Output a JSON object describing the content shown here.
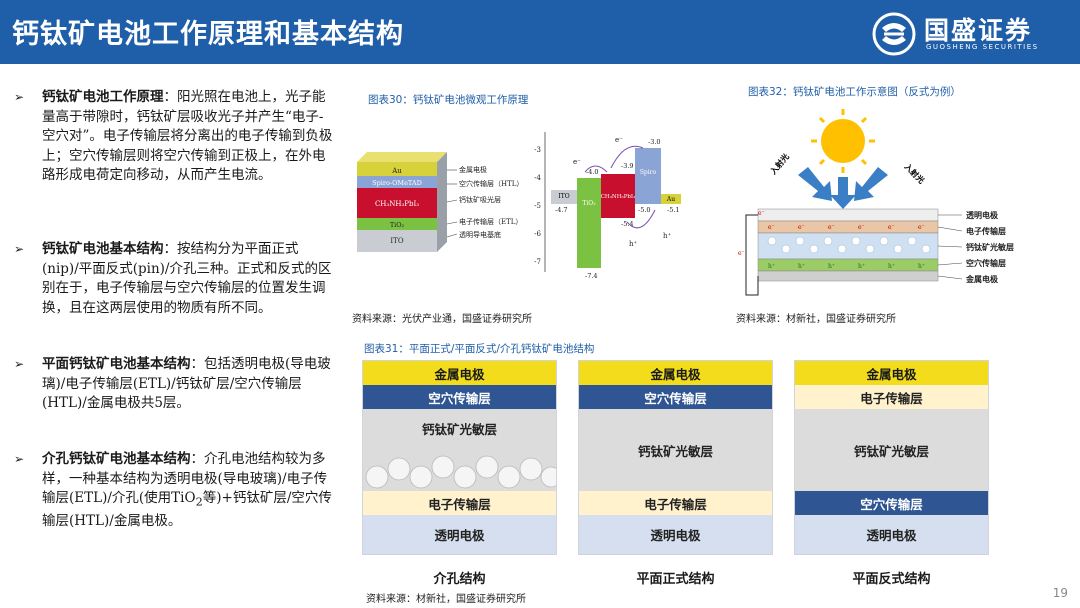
{
  "header": {
    "title": "钙钛矿电池工作原理和基本结构",
    "logo_name": "国盛证券",
    "logo_sub": "GUOSHENG SECURITIES"
  },
  "bullets": [
    {
      "bold": "钙钛矿电池工作原理",
      "text": "：阳光照在电池上，光子能量高于带隙时，钙钛矿层吸收光子并产生“电子-空穴对”。电子传输层将分离出的电子传输到负极上；空穴传输层则将空穴传输到正极上，在外电路形成电荷定向移动，从而产生电流。"
    },
    {
      "bold": "钙钛矿电池基本结构",
      "text": "：按结构分为平面正式(nip)/平面反式(pin)/介孔三种。正式和反式的区别在于，电子传输层与空穴传输层的位置发生调换，且在这两层使用的物质有所不同。"
    },
    {
      "bold": "平面钙钛矿电池基本结构",
      "text": "：包括透明电极(导电玻璃)/电子传输层(ETL)/钙钛矿层/空穴传输层(HTL)/金属电极共5层。"
    },
    {
      "bold": "介孔钙钛矿电池基本结构",
      "text": "：介孔电池结构较为多样，一种基本结构为透明电极(导电玻璃)/电子传输层(ETL)/介孔(使用TiO",
      "sub": "2",
      "tail": "等)+钙钛矿层/空穴传输层(HTL)/金属电极。"
    }
  ],
  "fig30": {
    "caption": "图表30：钙钛矿电池微观工作原理",
    "stack_layers": [
      "Au",
      "Spiro-OMeTAD",
      "CH₃NH₃PbI₃",
      "TiO₂",
      "ITO"
    ],
    "stack_labels": [
      "金属电极",
      "空穴传输层（HTL）",
      "钙钛矿吸光层",
      "电子传输层（ETL）",
      "透明导电基底"
    ],
    "axis_ticks": [
      "-3",
      "-4",
      "-5",
      "-6",
      "-7"
    ],
    "band_labels": [
      "ITO",
      "TiO₂",
      "CH₃NH₃PbI₃",
      "Spiro",
      "Au"
    ],
    "energy_values": [
      "-4.0",
      "-3.9",
      "-3.0",
      "-4.7",
      "-5.4",
      "-5.0",
      "-5.1",
      "-7.4"
    ],
    "carriers": {
      "electron": "e⁻",
      "hole": "h⁺"
    },
    "source": "资料来源：光伏产业通，国盛证券研究所"
  },
  "fig32": {
    "caption": "图表32：钙钛矿电池工作示意图（反式为例）",
    "light_label": "入射光",
    "layers": [
      "透明电极",
      "电子传输层",
      "钙钛矿光敏层",
      "空穴传输层",
      "金属电极"
    ],
    "carriers": {
      "electron": "e⁻",
      "hole": "h⁺"
    },
    "source": "资料来源：材新社，国盛证券研究所"
  },
  "fig31": {
    "caption": "图表31：平面正式/平面反式/介孔钙钛矿电池结构",
    "panels": [
      {
        "label": "介孔结构",
        "layers": [
          "金属电极",
          "空穴传输层",
          "钙钛矿光敏层",
          "电子传输层",
          "透明电极"
        ]
      },
      {
        "label": "平面正式结构",
        "layers": [
          "金属电极",
          "空穴传输层",
          "钙钛矿光敏层",
          "电子传输层",
          "透明电极"
        ]
      },
      {
        "label": "平面反式结构",
        "layers": [
          "金属电极",
          "电子传输层",
          "钙钛矿光敏层",
          "空穴传输层",
          "透明电极"
        ]
      }
    ],
    "source": "资料来源：材新社，国盛证券研究所"
  },
  "page_number": "19"
}
